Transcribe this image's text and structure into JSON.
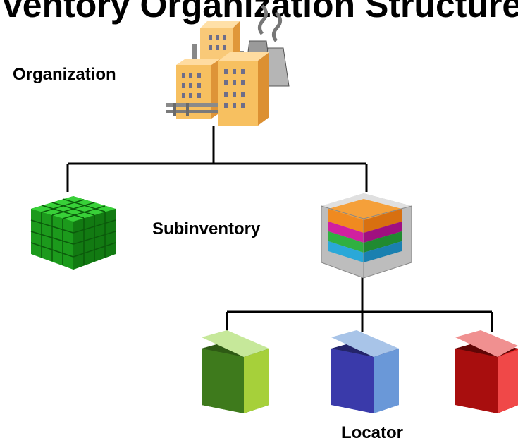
{
  "title": "ventory Organization Structure",
  "labels": {
    "organization": "Organization",
    "subinventory": "Subinventory",
    "locator": "Locator"
  },
  "colors": {
    "line": "#000000",
    "building": "#f7c060",
    "building_dark": "#e09a3a",
    "green_cube": "#22b022",
    "locator_green": "#6bb33a",
    "locator_blue": "#4a6fd4",
    "locator_red": "#e02020"
  },
  "icons": [
    "factory-icon",
    "green-cube-stack-icon",
    "layered-cube-stack-icon",
    "open-box-icon"
  ]
}
